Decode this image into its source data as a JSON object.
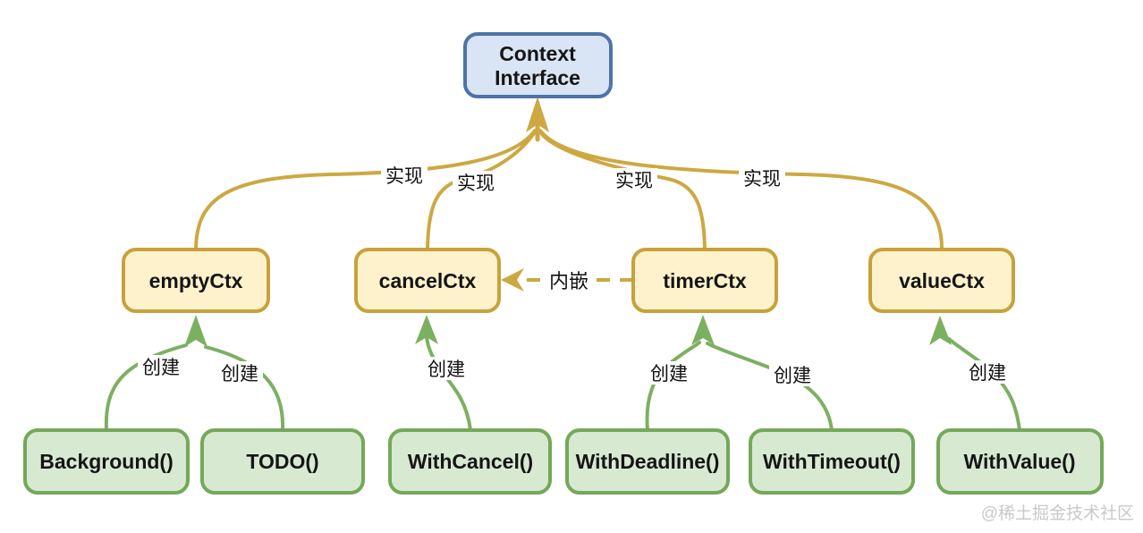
{
  "page": {
    "watermark": "@稀土掘金技术社区"
  },
  "diagram": {
    "title_box": {
      "line1": "Context",
      "line2": "Interface"
    },
    "context_types": [
      {
        "label": "emptyCtx"
      },
      {
        "label": "cancelCtx"
      },
      {
        "label": "timerCtx"
      },
      {
        "label": "valueCtx"
      }
    ],
    "constructors": [
      {
        "label": "Background()"
      },
      {
        "label": "TODO()"
      },
      {
        "label": "WithCancel()"
      },
      {
        "label": "WithDeadline()"
      },
      {
        "label": "WithTimeout()"
      },
      {
        "label": "WithValue()"
      }
    ],
    "relations": {
      "implements_label": "实现",
      "creates_label": "创建",
      "embeds_label": "内嵌"
    },
    "edges": [
      {
        "from": "emptyCtx",
        "to": "Context Interface",
        "type": "implements"
      },
      {
        "from": "cancelCtx",
        "to": "Context Interface",
        "type": "implements"
      },
      {
        "from": "timerCtx",
        "to": "Context Interface",
        "type": "implements"
      },
      {
        "from": "valueCtx",
        "to": "Context Interface",
        "type": "implements"
      },
      {
        "from": "timerCtx",
        "to": "cancelCtx",
        "type": "embeds"
      },
      {
        "from": "Background()",
        "to": "emptyCtx",
        "type": "creates"
      },
      {
        "from": "TODO()",
        "to": "emptyCtx",
        "type": "creates"
      },
      {
        "from": "WithCancel()",
        "to": "cancelCtx",
        "type": "creates"
      },
      {
        "from": "WithDeadline()",
        "to": "timerCtx",
        "type": "creates"
      },
      {
        "from": "WithTimeout()",
        "to": "timerCtx",
        "type": "creates"
      },
      {
        "from": "WithValue()",
        "to": "valueCtx",
        "type": "creates"
      }
    ],
    "colors": {
      "interface_fill": "#d9e5f4",
      "interface_border": "#4d74a8",
      "context_fill": "#fdf2cc",
      "context_border": "#c7a23b",
      "gold_line": "#cda842",
      "constructor_fill": "#d8e9d2",
      "constructor_border": "#73a958",
      "green_line": "#7cb061",
      "text": "#151515",
      "watermark": "#c9c9c9"
    }
  }
}
